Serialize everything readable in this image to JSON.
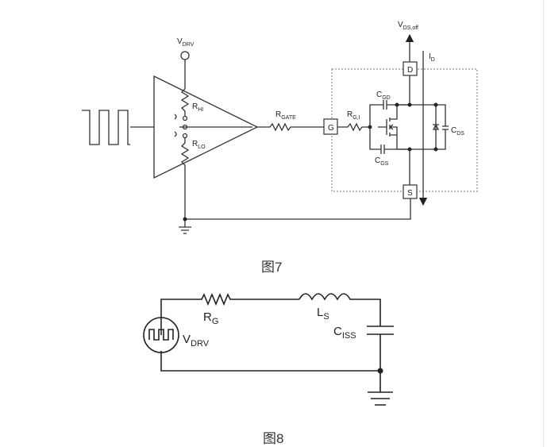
{
  "figure7": {
    "caption": "图7",
    "labels": {
      "vdrv": "V",
      "vdrv_sub": "DRV",
      "rhi": "R",
      "rhi_sub": "HI",
      "rlo": "R",
      "rlo_sub": "LO",
      "rgate": "R",
      "rgate_sub": "GATE",
      "rgi": "R",
      "rgi_sub": "G,I",
      "cgd": "C",
      "cgd_sub": "GD",
      "cgs": "C",
      "cgs_sub": "GS",
      "cds": "C",
      "cds_sub": "DS",
      "vdsoff": "V",
      "vdsoff_sub": "DS,off",
      "id": "I",
      "id_sub": "D",
      "pin_d": "D",
      "pin_g": "G",
      "pin_s": "S"
    }
  },
  "figure8": {
    "caption": "图8",
    "labels": {
      "rg": "R",
      "rg_sub": "G",
      "ls": "L",
      "ls_sub": "S",
      "ciss": "C",
      "ciss_sub": "ISS",
      "vdrv": "V",
      "vdrv_sub": "DRV"
    }
  }
}
